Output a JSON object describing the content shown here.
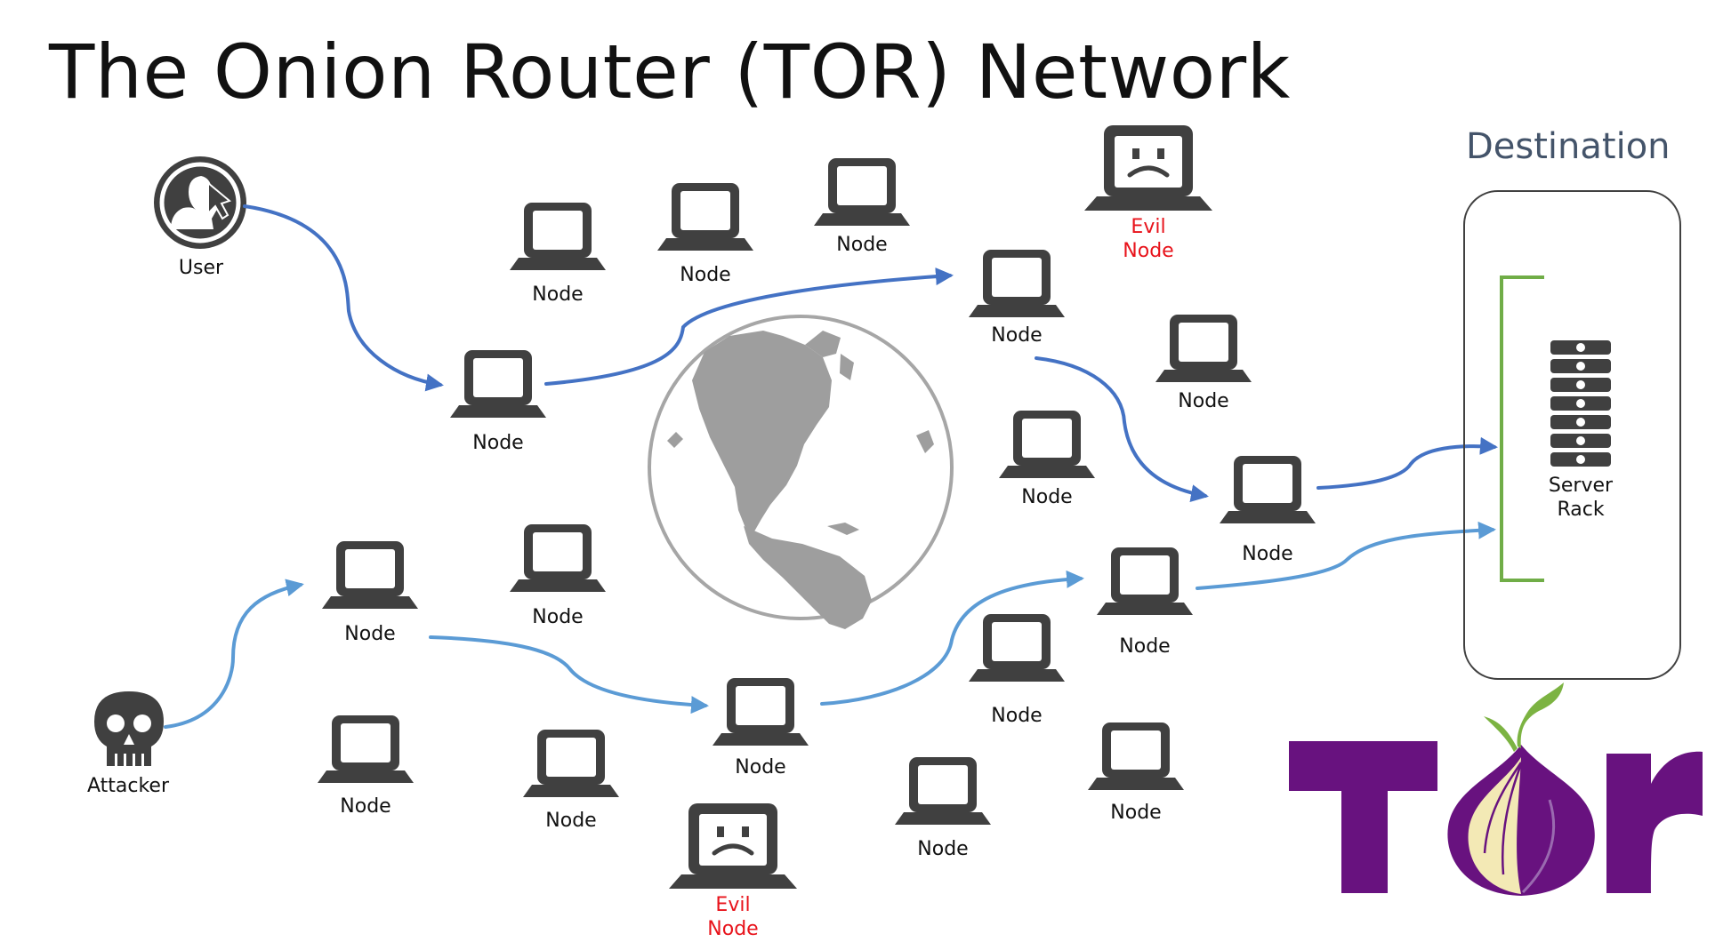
{
  "title": "The Onion Router (TOR) Network",
  "destination_title": "Destination",
  "labels": {
    "user": "User",
    "attacker": "Attacker",
    "node": "Node",
    "evil_line1": "Evil",
    "evil_line2": "Node",
    "server_line1": "Server",
    "server_line2": "Rack"
  },
  "colors": {
    "dark_gray": "#404040",
    "globe_gray": "#9e9e9e",
    "user_path": "#4472c4",
    "attacker_path": "#5b9bd5",
    "evil_text": "#e8131b",
    "destination_bracket": "#70ad47",
    "tor_purple": "#68127f",
    "tor_stem": "#7cb342"
  },
  "icons": {
    "user": "user-cursor-icon",
    "attacker": "skull-icon",
    "node": "laptop-icon",
    "evil_node": "sad-laptop-icon",
    "server": "server-rack-icon",
    "globe": "globe-icon",
    "logo": "tor-onion-logo"
  },
  "logo": {
    "text": "Tor"
  }
}
